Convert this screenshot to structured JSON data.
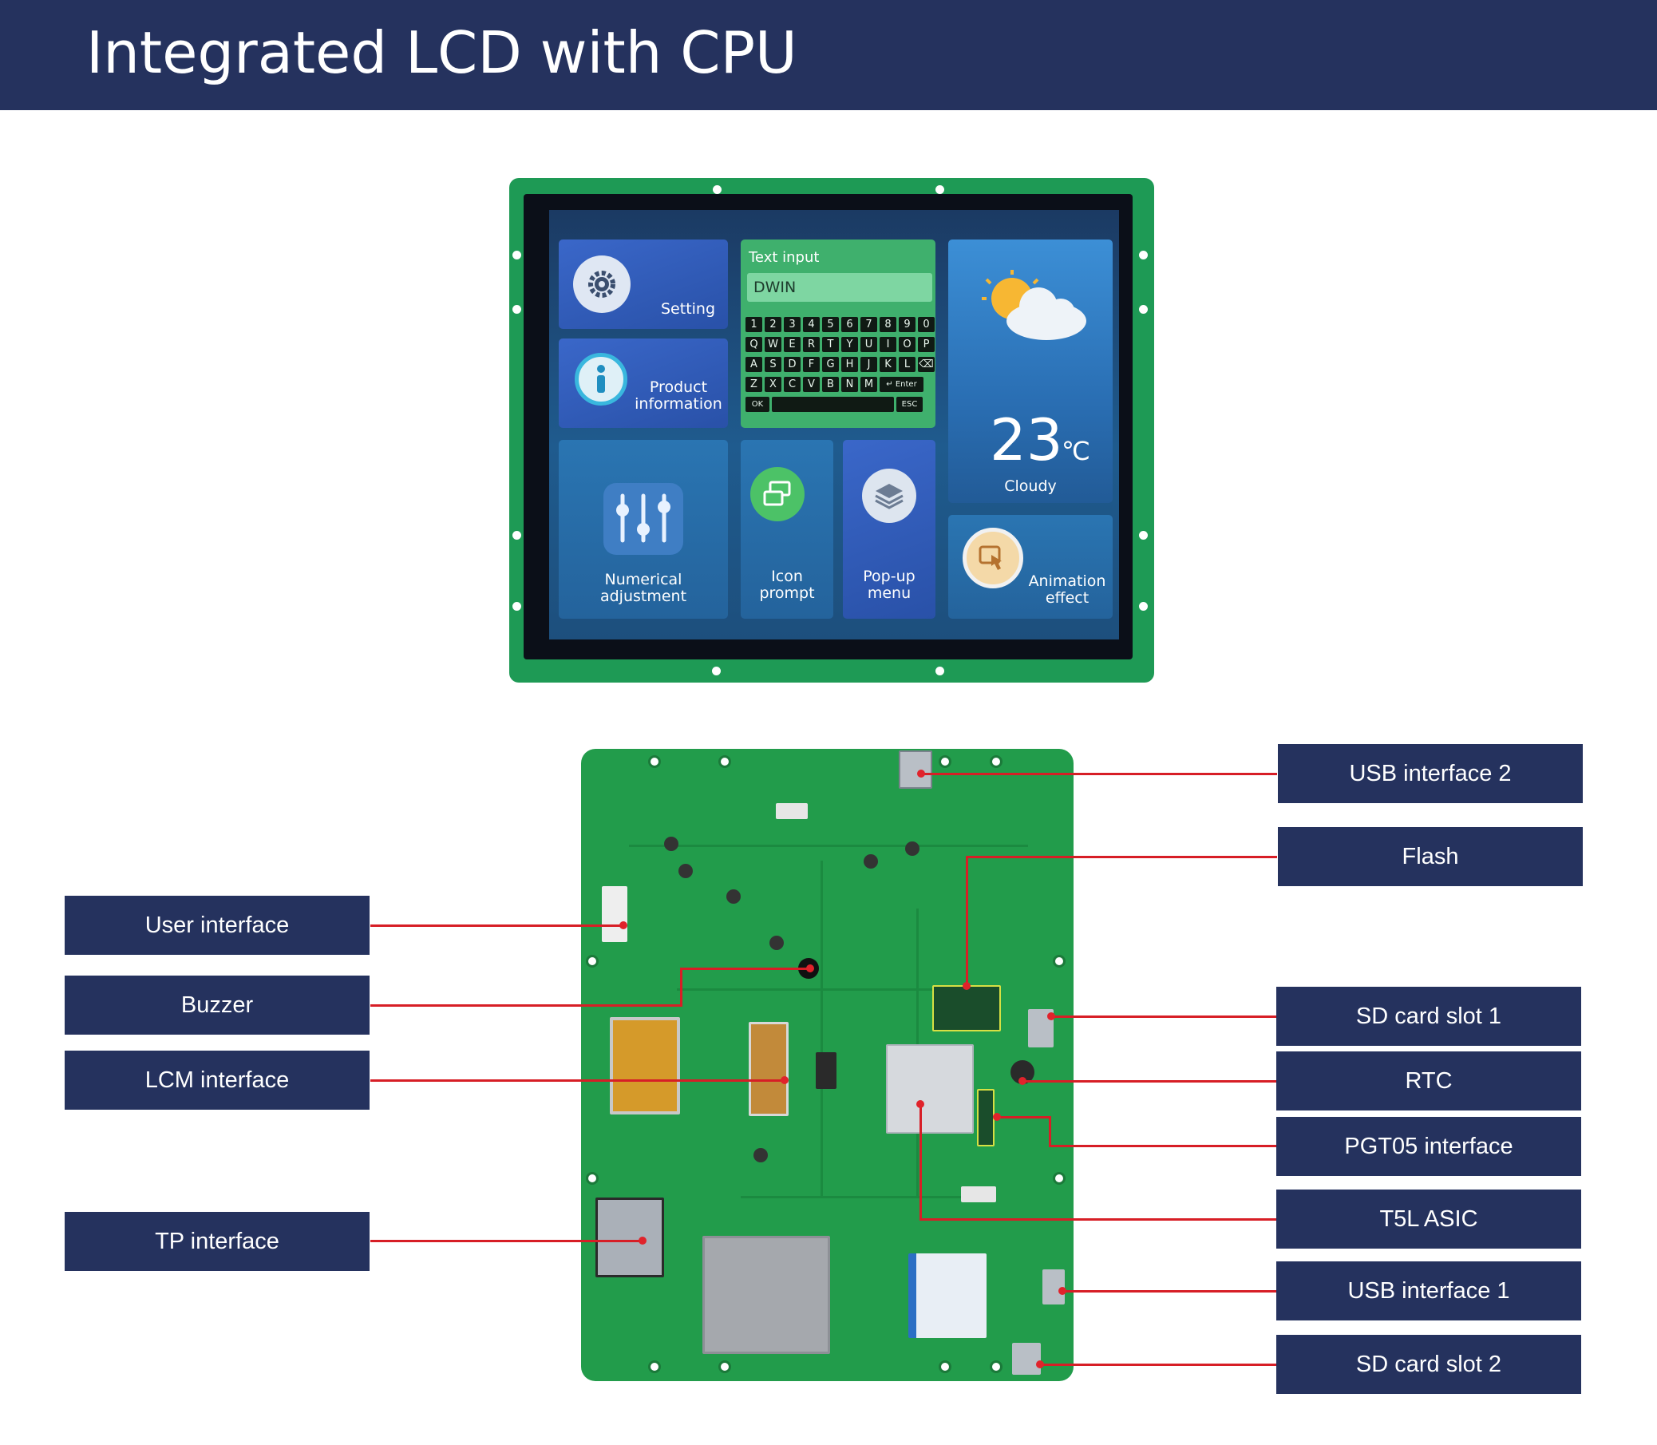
{
  "header": {
    "title": "Integrated LCD with CPU"
  },
  "screen": {
    "setting_label": "Setting",
    "product_info_label_1": "Product",
    "product_info_label_2": "information",
    "text_input_title": "Text input",
    "text_input_value": "DWIN",
    "keyboard_rows": [
      [
        "1",
        "2",
        "3",
        "4",
        "5",
        "6",
        "7",
        "8",
        "9",
        "0"
      ],
      [
        "Q",
        "W",
        "E",
        "R",
        "T",
        "Y",
        "U",
        "I",
        "O",
        "P"
      ],
      [
        "A",
        "S",
        "D",
        "F",
        "G",
        "H",
        "J",
        "K",
        "L",
        "⌫"
      ]
    ],
    "keyboard_row4": [
      "Z",
      "X",
      "C",
      "V",
      "B",
      "N",
      "M"
    ],
    "enter_key": "↵ Enter",
    "ok_key": "OK",
    "esc_key": "ESC",
    "temperature": "23",
    "temperature_unit": "℃",
    "weather": "Cloudy",
    "numerical_label_1": "Numerical",
    "numerical_label_2": "adjustment",
    "icon_prompt_label_1": "Icon",
    "icon_prompt_label_2": "prompt",
    "popup_label_1": "Pop-up",
    "popup_label_2": "menu",
    "animation_label_1": "Animation",
    "animation_label_2": "effect"
  },
  "callouts": {
    "left": [
      "User interface",
      "Buzzer",
      "LCM interface",
      "TP interface"
    ],
    "right": [
      "USB interface 2",
      "Flash",
      "SD card slot 1",
      "RTC",
      "PGT05 interface",
      "T5L ASIC",
      "USB interface 1",
      "SD card slot 2"
    ]
  },
  "colors": {
    "banner": "#25325e",
    "pcb": "#229c4b",
    "leader_line": "#d71e26"
  }
}
